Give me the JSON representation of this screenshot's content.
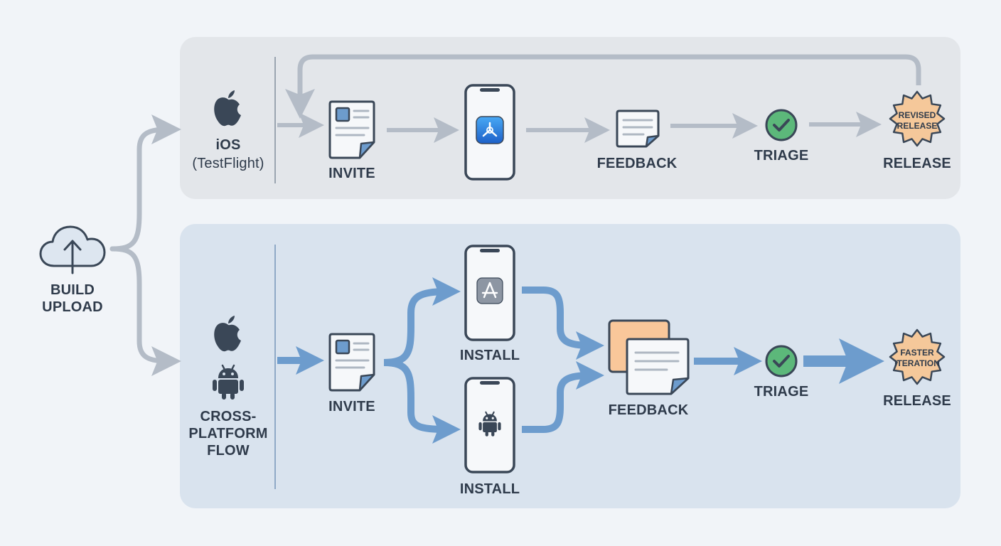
{
  "source": {
    "label": "BUILD\nUPLOAD",
    "icon": "cloud-upload-icon"
  },
  "ios_lane": {
    "platform_name": "iOS",
    "platform_sub": "(TestFlight)",
    "platform_icon": "apple-icon",
    "steps": {
      "invite": "INVITE",
      "app_icon": "testflight-icon",
      "feedback": "FEEDBACK",
      "triage": "TRIAGE",
      "release": "RELEASE"
    },
    "badge": "REVISED\nRELEASE"
  },
  "cross_lane": {
    "platform_name": "CROSS-\nPLATFORM\nFLOW",
    "platform_icons": [
      "apple-icon",
      "android-icon"
    ],
    "steps": {
      "invite": "INVITE",
      "install_ios": "INSTALL",
      "install_android": "INSTALL",
      "feedback": "FEEDBACK",
      "triage": "TRIAGE",
      "release": "RELEASE"
    },
    "badge": "FASTER\nITERATION"
  },
  "colors": {
    "ios_lane_bg": "#e3e6ea",
    "cross_lane_bg": "#d9e3ee",
    "gray_arrow": "#b4bcc7",
    "blue_arrow": "#6d9ccd",
    "navy_outline": "#3a4757",
    "check_green": "#5cb87a",
    "badge_orange": "#f5c89a",
    "feedback_orange": "#f9c79a"
  }
}
